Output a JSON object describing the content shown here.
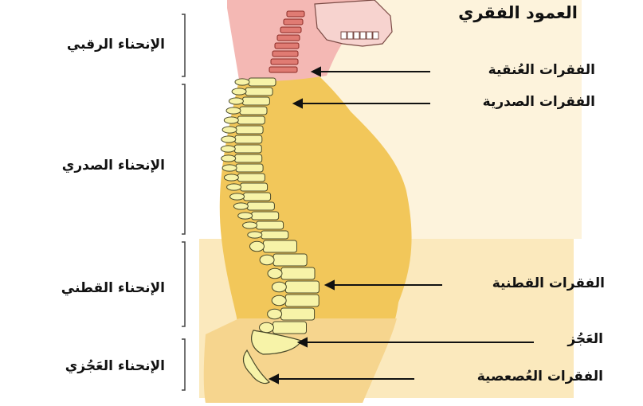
{
  "title": "العمود الفقري",
  "vertebrae_labels": {
    "cervical": "الفقرات العُنقية",
    "thoracic": "الفقرات الصدرية",
    "lumbar": "الفقرات القطنية",
    "sacrum": "العَجُز",
    "coccyx": "الفقرات العُصعصية"
  },
  "curvature_labels": {
    "cervical": "الإنحناء الرقبي",
    "thoracic": "الإنحناء الصدري",
    "lumbar": "الإنحناء القطني",
    "sacral": "الإنحناء العَجُزي"
  },
  "colors": {
    "neck_pink": "#f4b8b4",
    "body_yellow": "#f2c75a",
    "lower_body": "#f6d58e",
    "vertebra": "#f7f3a8",
    "vertebra_outline": "#4a4a2a",
    "cervical_red": "#c0392b"
  }
}
